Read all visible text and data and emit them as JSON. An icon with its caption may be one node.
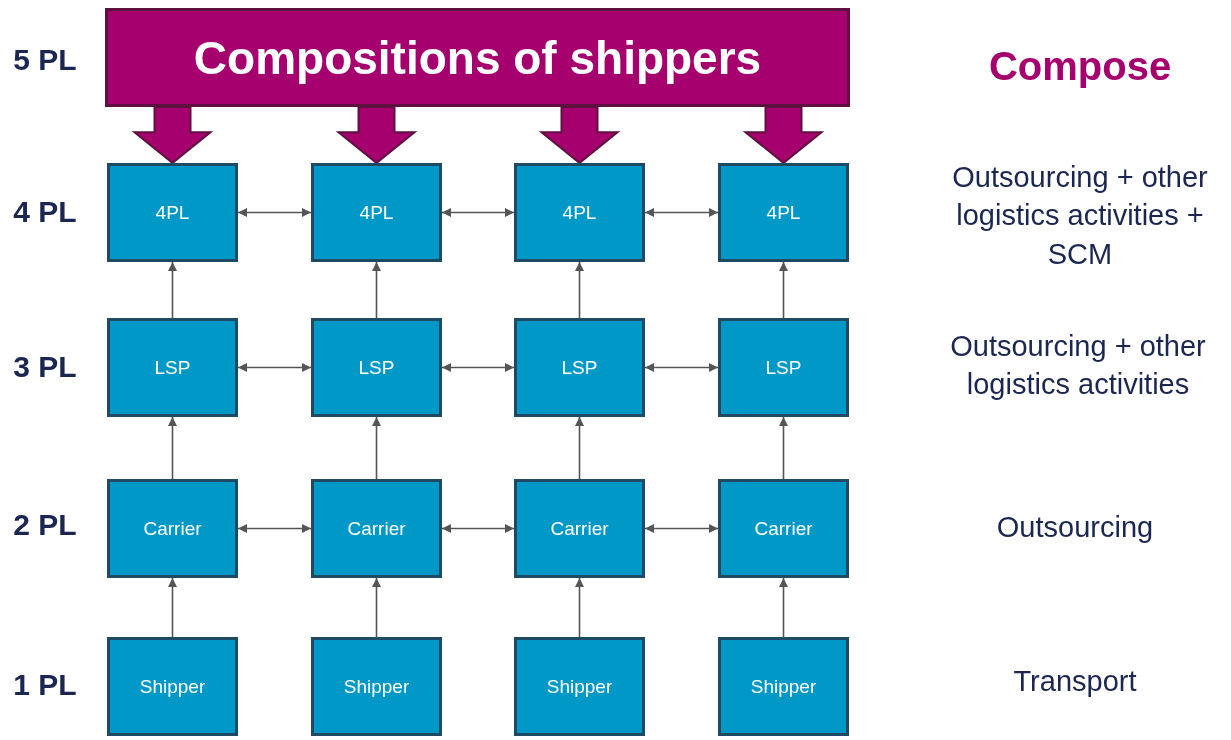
{
  "diagram": {
    "nodes": [
      {
        "text": [
          "Compositions of shippers"
        ]
      },
      {
        "text": [
          "4PL"
        ]
      },
      {
        "text": [
          "4PL"
        ]
      },
      {
        "text": [
          "4PL"
        ]
      },
      {
        "text": [
          "4PL"
        ]
      },
      {
        "text": [
          "LSP"
        ]
      },
      {
        "text": [
          "LSP"
        ]
      },
      {
        "text": [
          "LSP"
        ]
      },
      {
        "text": [
          "LSP"
        ]
      },
      {
        "text": [
          "Carrier"
        ]
      },
      {
        "text": [
          "Carrier"
        ]
      },
      {
        "text": [
          "Carrier"
        ]
      },
      {
        "text": [
          "Carrier"
        ]
      },
      {
        "text": [
          "Shipper"
        ]
      },
      {
        "text": [
          "Shipper"
        ]
      },
      {
        "text": [
          "Shipper"
        ]
      },
      {
        "text": [
          "Shipper"
        ]
      }
    ],
    "edges": [
      {
        "from": 0,
        "to": 1,
        "arrow": "to",
        "style": "thick",
        "color": "#a6006e"
      },
      {
        "from": 0,
        "to": 2,
        "arrow": "to",
        "style": "thick",
        "color": "#a6006e"
      },
      {
        "from": 0,
        "to": 3,
        "arrow": "to",
        "style": "thick",
        "color": "#a6006e"
      },
      {
        "from": 0,
        "to": 4,
        "arrow": "to",
        "style": "thick",
        "color": "#a6006e"
      },
      {
        "from": 1,
        "to": 2,
        "arrow": "both"
      },
      {
        "from": 2,
        "to": 3,
        "arrow": "both"
      },
      {
        "from": 3,
        "to": 4,
        "arrow": "both"
      },
      {
        "from": 5,
        "to": 6,
        "arrow": "both"
      },
      {
        "from": 6,
        "to": 7,
        "arrow": "both"
      },
      {
        "from": 7,
        "to": 8,
        "arrow": "both"
      },
      {
        "from": 9,
        "to": 10,
        "arrow": "both"
      },
      {
        "from": 10,
        "to": 11,
        "arrow": "both"
      },
      {
        "from": 11,
        "to": 12,
        "arrow": "both"
      },
      {
        "from": 5,
        "to": 1,
        "arrow": "to"
      },
      {
        "from": 6,
        "to": 2,
        "arrow": "to"
      },
      {
        "from": 7,
        "to": 3,
        "arrow": "to"
      },
      {
        "from": 8,
        "to": 4,
        "arrow": "to"
      },
      {
        "from": 9,
        "to": 5,
        "arrow": "to"
      },
      {
        "from": 10,
        "to": 6,
        "arrow": "to"
      },
      {
        "from": 11,
        "to": 7,
        "arrow": "to"
      },
      {
        "from": 12,
        "to": 8,
        "arrow": "to"
      },
      {
        "from": 13,
        "to": 9,
        "arrow": "to"
      },
      {
        "from": 14,
        "to": 10,
        "arrow": "to"
      },
      {
        "from": 15,
        "to": 11,
        "arrow": "to"
      },
      {
        "from": 16,
        "to": 12,
        "arrow": "to"
      }
    ],
    "labels": [
      "5 PL",
      "Compose",
      "4 PL",
      "Outsourcing + other logistics activities + SCM",
      "3 PL",
      "Outsourcing + other logistics activities",
      "2 PL",
      "Outsourcing",
      "1 PL",
      "Transport"
    ]
  }
}
